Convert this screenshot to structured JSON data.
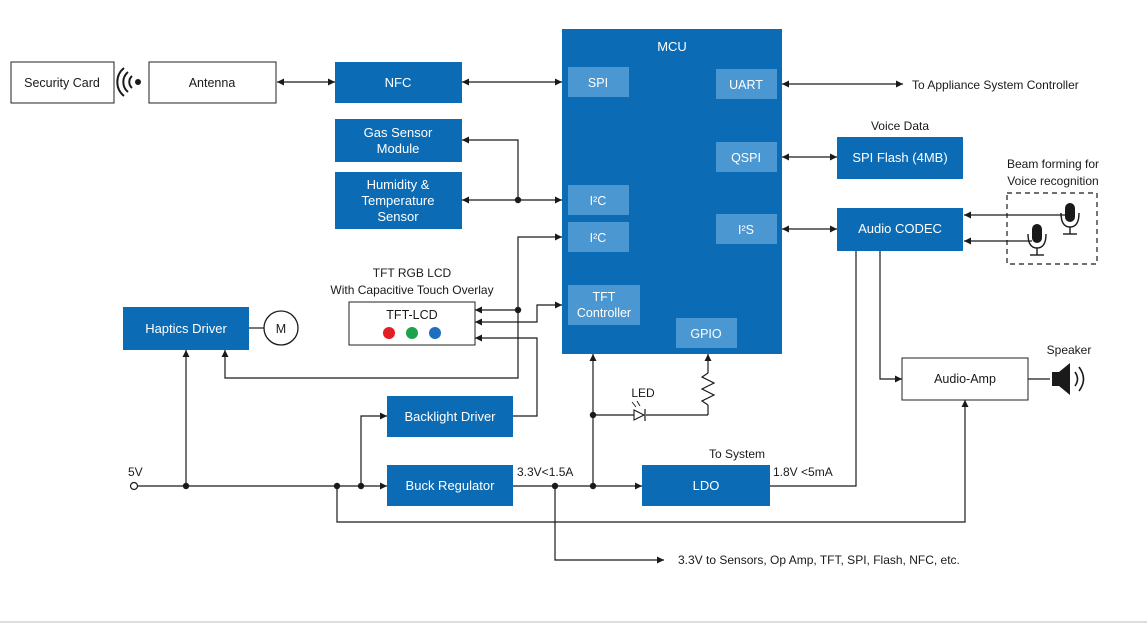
{
  "blocks": {
    "security_card": "Security Card",
    "antenna": "Antenna",
    "nfc": "NFC",
    "gas_sensor": [
      "Gas Sensor",
      "Module"
    ],
    "humidity": [
      "Humidity &",
      "Temperature",
      "Sensor"
    ],
    "haptics": "Haptics Driver",
    "motor": "M",
    "tft_lcd": "TFT-LCD",
    "backlight": "Backlight Driver",
    "buck": "Buck Regulator",
    "ldo": "LDO",
    "spi_flash": "SPI Flash (4MB)",
    "audio_codec": "Audio CODEC",
    "audio_amp": "Audio-Amp",
    "mcu": "MCU"
  },
  "mcu_ports": {
    "spi": "SPI",
    "i2c_1": "I²C",
    "i2c_2": "I²C",
    "tft_controller": [
      "TFT",
      "Controller"
    ],
    "gpio": "GPIO",
    "uart": "UART",
    "qspi": "QSPI",
    "i2s": "I²S"
  },
  "labels": {
    "appliance": "To Appliance System Controller",
    "voice_data": "Voice Data",
    "beam_forming": [
      "Beam forming for",
      "Voice recognition"
    ],
    "tft_rgb": [
      "TFT RGB LCD",
      "With Capacitive Touch Overlay"
    ],
    "speaker": "Speaker",
    "led": "LED",
    "to_system": "To System",
    "v5": "5V",
    "v33": "3.3V<1.5A",
    "v18": "1.8V <5mA",
    "sensors_rail": "3.3V to Sensors, Op Amp, TFT, SPI, Flash, NFC, etc."
  },
  "colors": {
    "block_blue": "#0b6bb5",
    "port_blue": "#4a97d1",
    "led_red": "#e31e24",
    "led_green": "#1aa34a",
    "led_blue": "#1f6fc0"
  }
}
